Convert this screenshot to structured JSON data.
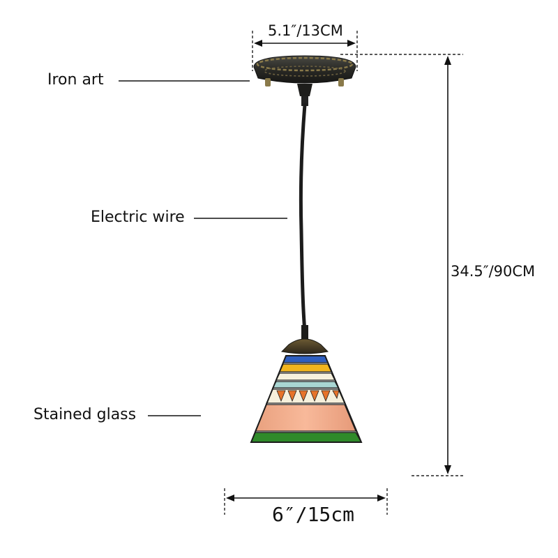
{
  "labels": {
    "iron_art": "Iron art",
    "electric_wire": "Electric wire",
    "stained_glass": "Stained glass"
  },
  "dimensions": {
    "canopy_width": "5.1″/13CM",
    "total_height": "34.5″/90CM",
    "shade_width": "6″/15cm"
  },
  "colors": {
    "metal": "#2b2b28",
    "brass": "#8a7a4a",
    "wire": "#1c1c1c",
    "glass_blue": "#2f5fbf",
    "glass_yellow": "#f2b51e",
    "glass_cream": "#f6f0dc",
    "glass_teal": "#a9d6d3",
    "glass_orange": "#e6732a",
    "glass_pink": "#f4a98a",
    "glass_green": "#2f8a2a"
  }
}
